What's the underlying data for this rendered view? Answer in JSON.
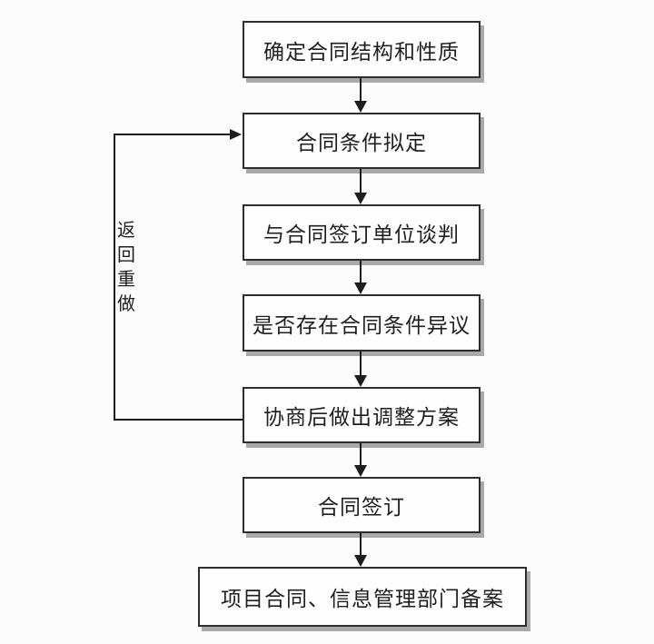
{
  "diagram": {
    "type": "flowchart",
    "nodes": [
      {
        "id": "n1",
        "label": "确定合同结构和性质"
      },
      {
        "id": "n2",
        "label": "合同条件拟定"
      },
      {
        "id": "n3",
        "label": "与合同签订单位谈判"
      },
      {
        "id": "n4",
        "label": "是否存在合同条件异议"
      },
      {
        "id": "n5",
        "label": "协商后做出调整方案"
      },
      {
        "id": "n6",
        "label": "合同签订"
      },
      {
        "id": "n7",
        "label": "项目合同、信息管理部门备案"
      }
    ],
    "edges": [
      {
        "from": "n1",
        "to": "n2",
        "type": "arrow-down"
      },
      {
        "from": "n2",
        "to": "n3",
        "type": "arrow-down"
      },
      {
        "from": "n3",
        "to": "n4",
        "type": "arrow-down"
      },
      {
        "from": "n4",
        "to": "n5",
        "type": "arrow-down"
      },
      {
        "from": "n5",
        "to": "n6",
        "type": "arrow-down"
      },
      {
        "from": "n6",
        "to": "n7",
        "type": "arrow-down"
      },
      {
        "from": "n5",
        "to": "n2",
        "type": "loop-back",
        "label": "返回重做"
      }
    ],
    "colors": {
      "bg": "#fdfcfd",
      "box-bg": "#fefefe",
      "border": "#2e2e2e",
      "line": "#1d1d1d",
      "shadow": "#a9a9a9",
      "text": "#1f1f1f"
    }
  }
}
